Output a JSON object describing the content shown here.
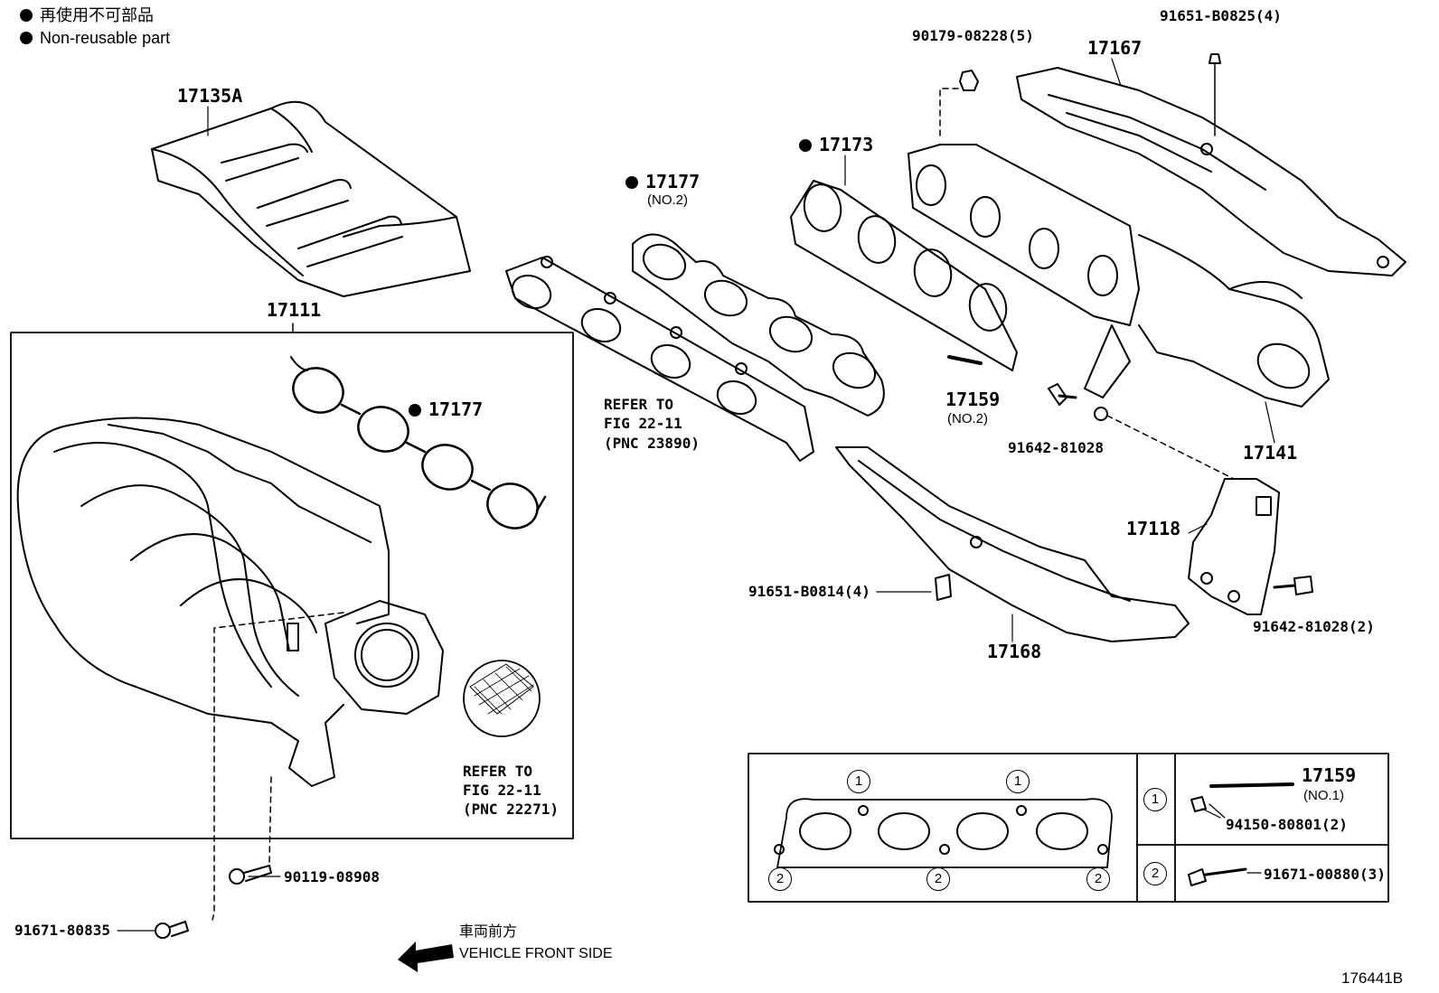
{
  "legend": {
    "line1": "再使用不可部品",
    "line2": "Non-reusable part"
  },
  "parts": {
    "p17135A": "17135A",
    "p17111": "17111",
    "p17177a": "17177",
    "p17177b": "17177",
    "p17177b_sub": "(NO.2)",
    "p17173": "17173",
    "p17167": "17167",
    "p17159a": "17159",
    "p17159a_sub": "(NO.2)",
    "p17159b": "17159",
    "p17159b_sub": "(NO.1)",
    "p17141": "17141",
    "p17118": "17118",
    "p17168": "17168",
    "b90179": "90179-08228(5)",
    "b91651a": "91651-B0825(4)",
    "b91642a": "91642-81028",
    "b91642b": "91642-81028(2)",
    "b91651b": "91651-B0814(4)",
    "b90119": "90119-08908",
    "b91671a": "91671-80835",
    "b94150": "94150-80801(2)",
    "b91671b": "91671-00880(3)"
  },
  "refer1": {
    "l1": "REFER TO",
    "l2": "FIG 22-11",
    "l3": "(PNC 23890)"
  },
  "refer2": {
    "l1": "REFER TO",
    "l2": "FIG 22-11",
    "l3": "(PNC 22271)"
  },
  "direction": {
    "jp": "車両前方",
    "en": "VEHICLE FRONT SIDE"
  },
  "circles": {
    "one": "1",
    "two": "2"
  },
  "figure_id": "176441B"
}
